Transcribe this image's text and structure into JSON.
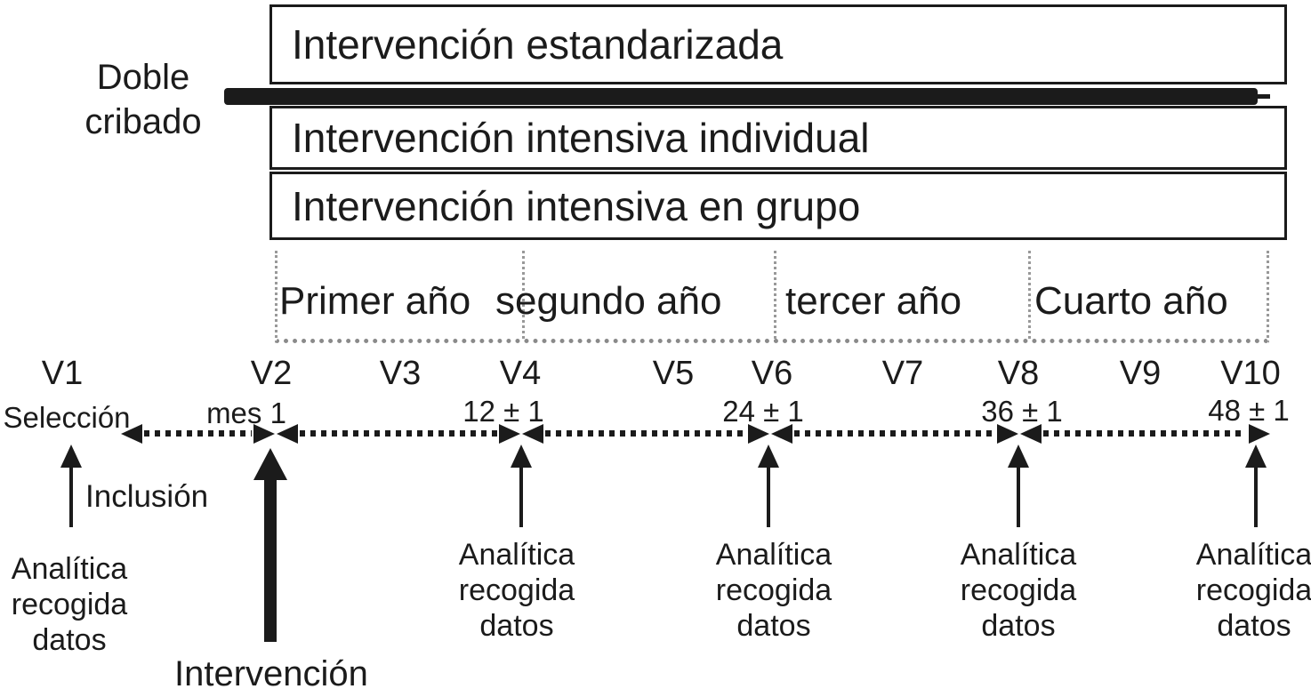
{
  "figure": {
    "left_label": {
      "line1": "Doble",
      "line2": "cribado"
    },
    "intervention_rows": [
      {
        "label": "Intervención estandarizada"
      },
      {
        "label": "Intervención intensiva individual"
      },
      {
        "label": "Intervención intensiva en grupo"
      }
    ],
    "year_bands": [
      {
        "label": "Primer año"
      },
      {
        "label": "segundo año"
      },
      {
        "label": "tercer año"
      },
      {
        "label": "Cuarto año"
      }
    ],
    "visits": [
      {
        "id": "V1",
        "sublabel": "Selección"
      },
      {
        "id": "V2",
        "sublabel": "mes 1"
      },
      {
        "id": "V3",
        "sublabel": ""
      },
      {
        "id": "V4",
        "sublabel": "12 ± 1"
      },
      {
        "id": "V5",
        "sublabel": ""
      },
      {
        "id": "V6",
        "sublabel": "24 ± 1"
      },
      {
        "id": "V7",
        "sublabel": ""
      },
      {
        "id": "V8",
        "sublabel": "36 ± 1"
      },
      {
        "id": "V9",
        "sublabel": ""
      },
      {
        "id": "V10",
        "sublabel": "48 ± 1"
      }
    ],
    "annotations": {
      "inclusion": "Inclusión",
      "intervention": "Intervención",
      "analitica": {
        "line1": "Analítica",
        "line2": "recogida",
        "line3": "datos"
      }
    },
    "colors": {
      "ink": "#1b1b1b",
      "dotted_gray": "#999999",
      "background": "#ffffff"
    }
  }
}
